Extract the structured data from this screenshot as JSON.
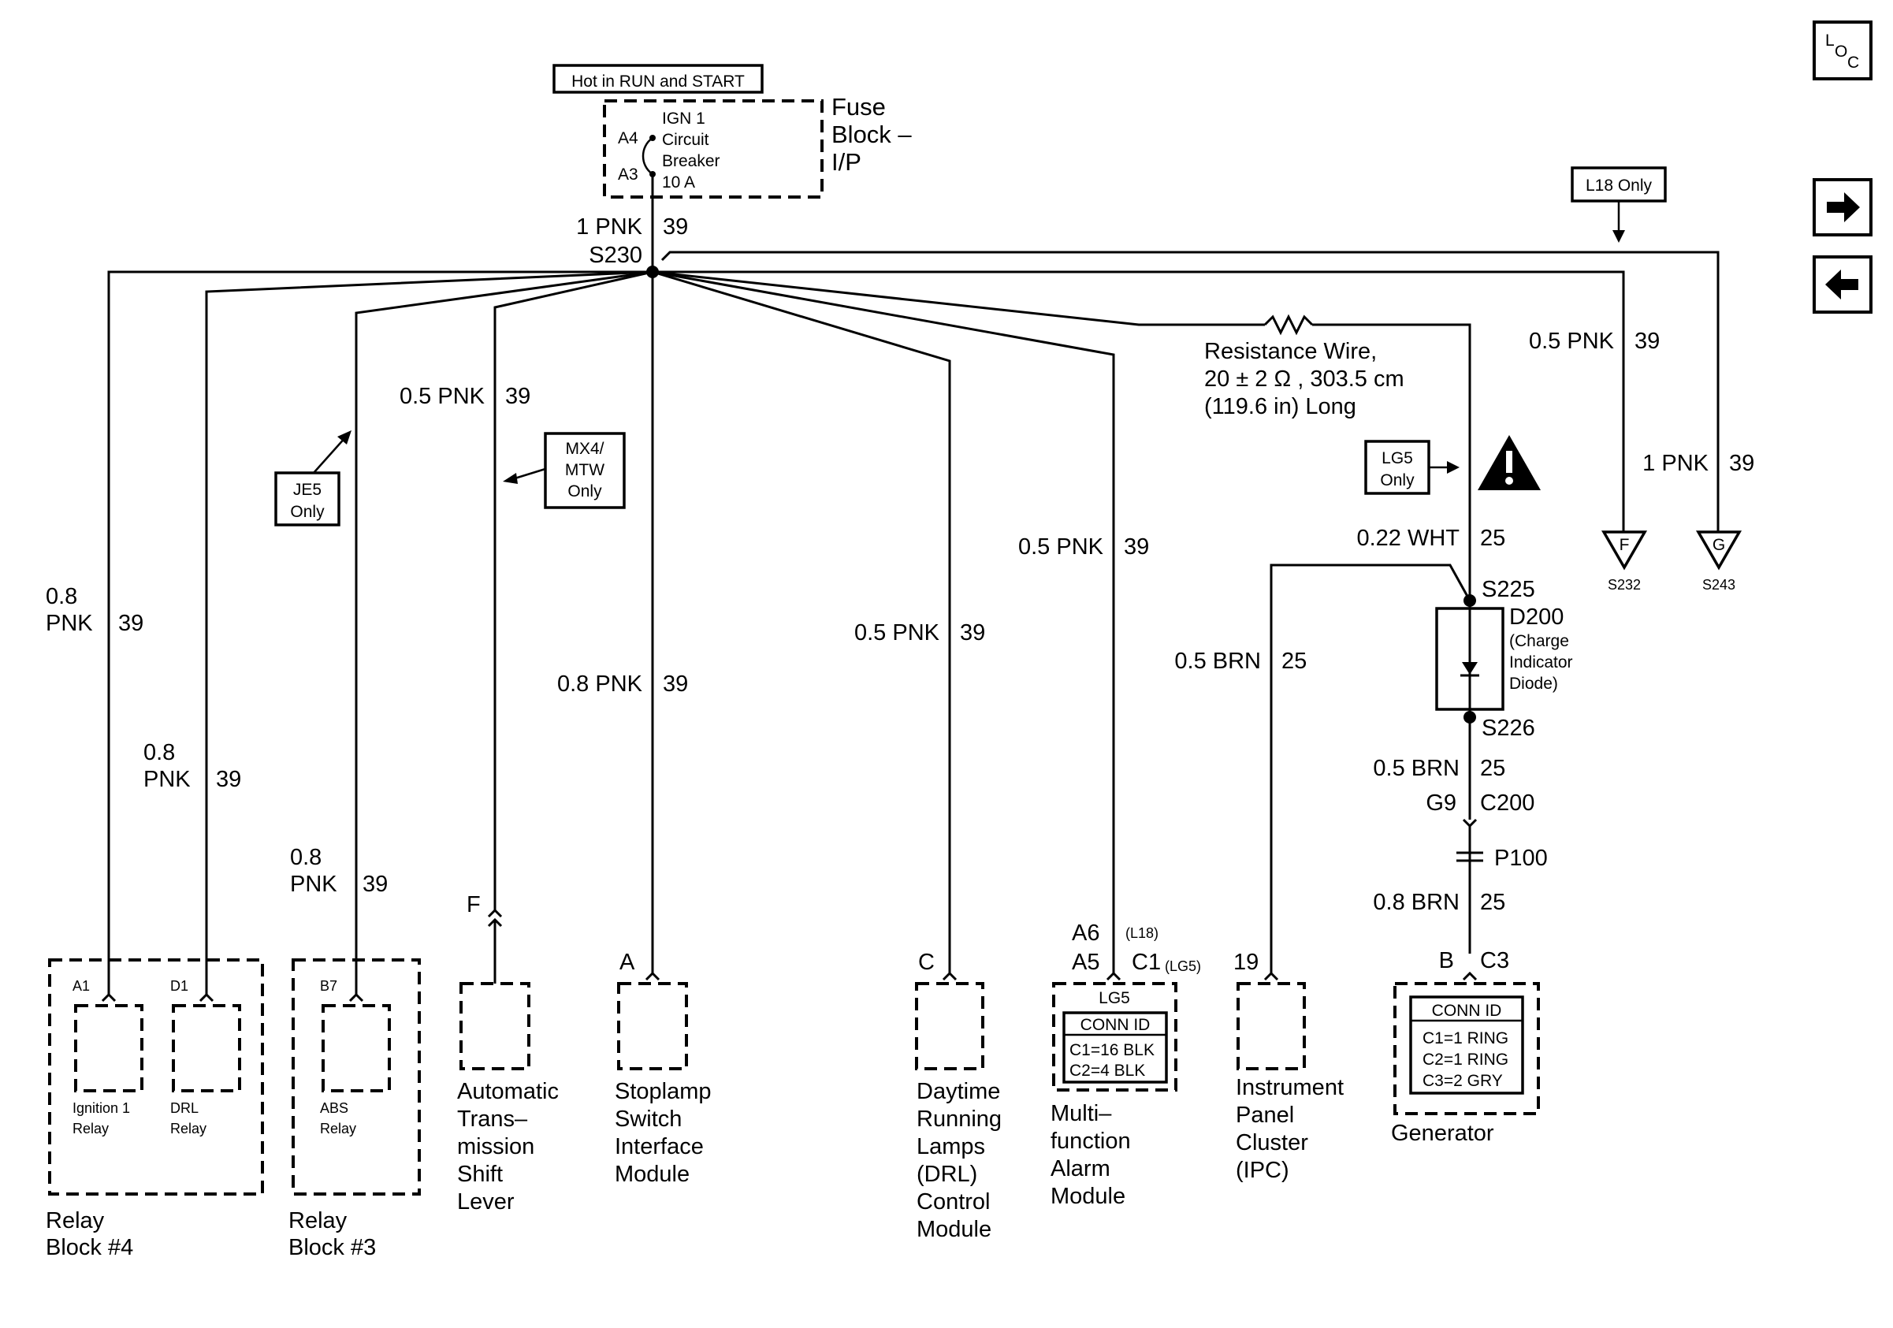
{
  "fuse": {
    "hot_label": "Hot in RUN and START",
    "pin_a4": "A4",
    "pin_a3": "A3",
    "breaker_lines": [
      "IGN 1",
      "Circuit",
      "Breaker",
      "10 A"
    ],
    "block_lines": [
      "Fuse",
      "Block –",
      "I/P"
    ]
  },
  "main_wire": {
    "gauge": "1 PNK",
    "circuit": "39",
    "splice": "S230"
  },
  "relay4": {
    "wire_gauge": [
      "0.8",
      "PNK"
    ],
    "wire_circuit": "39",
    "pin_a1": "A1",
    "pin_d1": "D1",
    "ign_relay": [
      "Ignition 1",
      "Relay"
    ],
    "drl_relay": [
      "DRL",
      "Relay"
    ],
    "drl_wire_gauge": [
      "0.8",
      "PNK"
    ],
    "drl_wire_circuit": "39",
    "name": [
      "Relay",
      "Block #4"
    ]
  },
  "relay3": {
    "wire_gauge": [
      "0.8",
      "PNK"
    ],
    "wire_circuit": "39",
    "pin": "B7",
    "relay": [
      "ABS",
      "Relay"
    ],
    "option": [
      "JE5",
      "Only"
    ],
    "name": [
      "Relay",
      "Block #3"
    ]
  },
  "shift": {
    "wire_gauge": "0.5 PNK",
    "wire_circuit": "39",
    "option": [
      "MX4/",
      "MTW",
      "Only"
    ],
    "pin": "F",
    "name": [
      "Automatic",
      "Trans–",
      "mission",
      "Shift",
      "Lever"
    ]
  },
  "stoplamp": {
    "wire_gauge": "0.8 PNK",
    "wire_circuit": "39",
    "pin": "A",
    "name": [
      "Stoplamp",
      "Switch",
      "Interface",
      "Module"
    ]
  },
  "drl_module": {
    "wire_gauge": "0.5 PNK",
    "wire_circuit": "39",
    "pin": "C",
    "name": [
      "Daytime",
      "Running",
      "Lamps",
      "(DRL)",
      "Control",
      "Module"
    ]
  },
  "alarm": {
    "wire_gauge": "0.5 PNK",
    "wire_circuit": "39",
    "pin_a6": "A6",
    "opt_l18": "(L18)",
    "pin_a5": "A5",
    "conn_c1": "C1",
    "opt_lg5": "(LG5)",
    "box_label": "LG5",
    "conn_id_title": "CONN ID",
    "conn_id_rows": [
      "C1=16 BLK",
      "C2=4 BLK"
    ],
    "name": [
      "Multi–",
      "function",
      "Alarm",
      "Module"
    ]
  },
  "resistance": {
    "lines": [
      "Resistance Wire,",
      "20 ± 2 Ω , 303.5 cm",
      "(119.6 in) Long"
    ]
  },
  "ipc": {
    "wire_gauge": "0.5 BRN",
    "wire_circuit": "25",
    "pin": "19",
    "name": [
      "Instrument",
      "Panel",
      "Cluster",
      "(IPC)"
    ]
  },
  "charge": {
    "option": [
      "LG5",
      "Only"
    ],
    "wire_gauge": "0.22 WHT",
    "wire_circuit": "25",
    "splice_top": "S225",
    "diode": "D200",
    "diode_desc": [
      "(Charge",
      "Indicator",
      "Diode)"
    ],
    "splice_bottom": "S226",
    "wire2_gauge": "0.5 BRN",
    "wire2_circuit": "25",
    "g9": "G9",
    "c200": "C200",
    "p100": "P100",
    "wire3_gauge": "0.8 BRN",
    "wire3_circuit": "25",
    "pin_b": "B",
    "conn_c3": "C3"
  },
  "generator": {
    "conn_id_title": "CONN ID",
    "conn_id_rows": [
      "C1=1 RING",
      "C2=1 RING",
      "C3=2 GRY"
    ],
    "name": "Generator"
  },
  "l18": {
    "option": "L18 Only",
    "wire_f_gauge": "0.5 PNK",
    "wire_f_circuit": "39",
    "wire_g_gauge": "1 PNK",
    "wire_g_circuit": "39",
    "f_letter": "F",
    "f_splice": "S232",
    "g_letter": "G",
    "g_splice": "S243"
  },
  "nav": {
    "loc_l": "L",
    "loc_o": "O",
    "loc_c": "C",
    "next_icon": "arrow-right-icon",
    "prev_icon": "arrow-left-icon"
  }
}
